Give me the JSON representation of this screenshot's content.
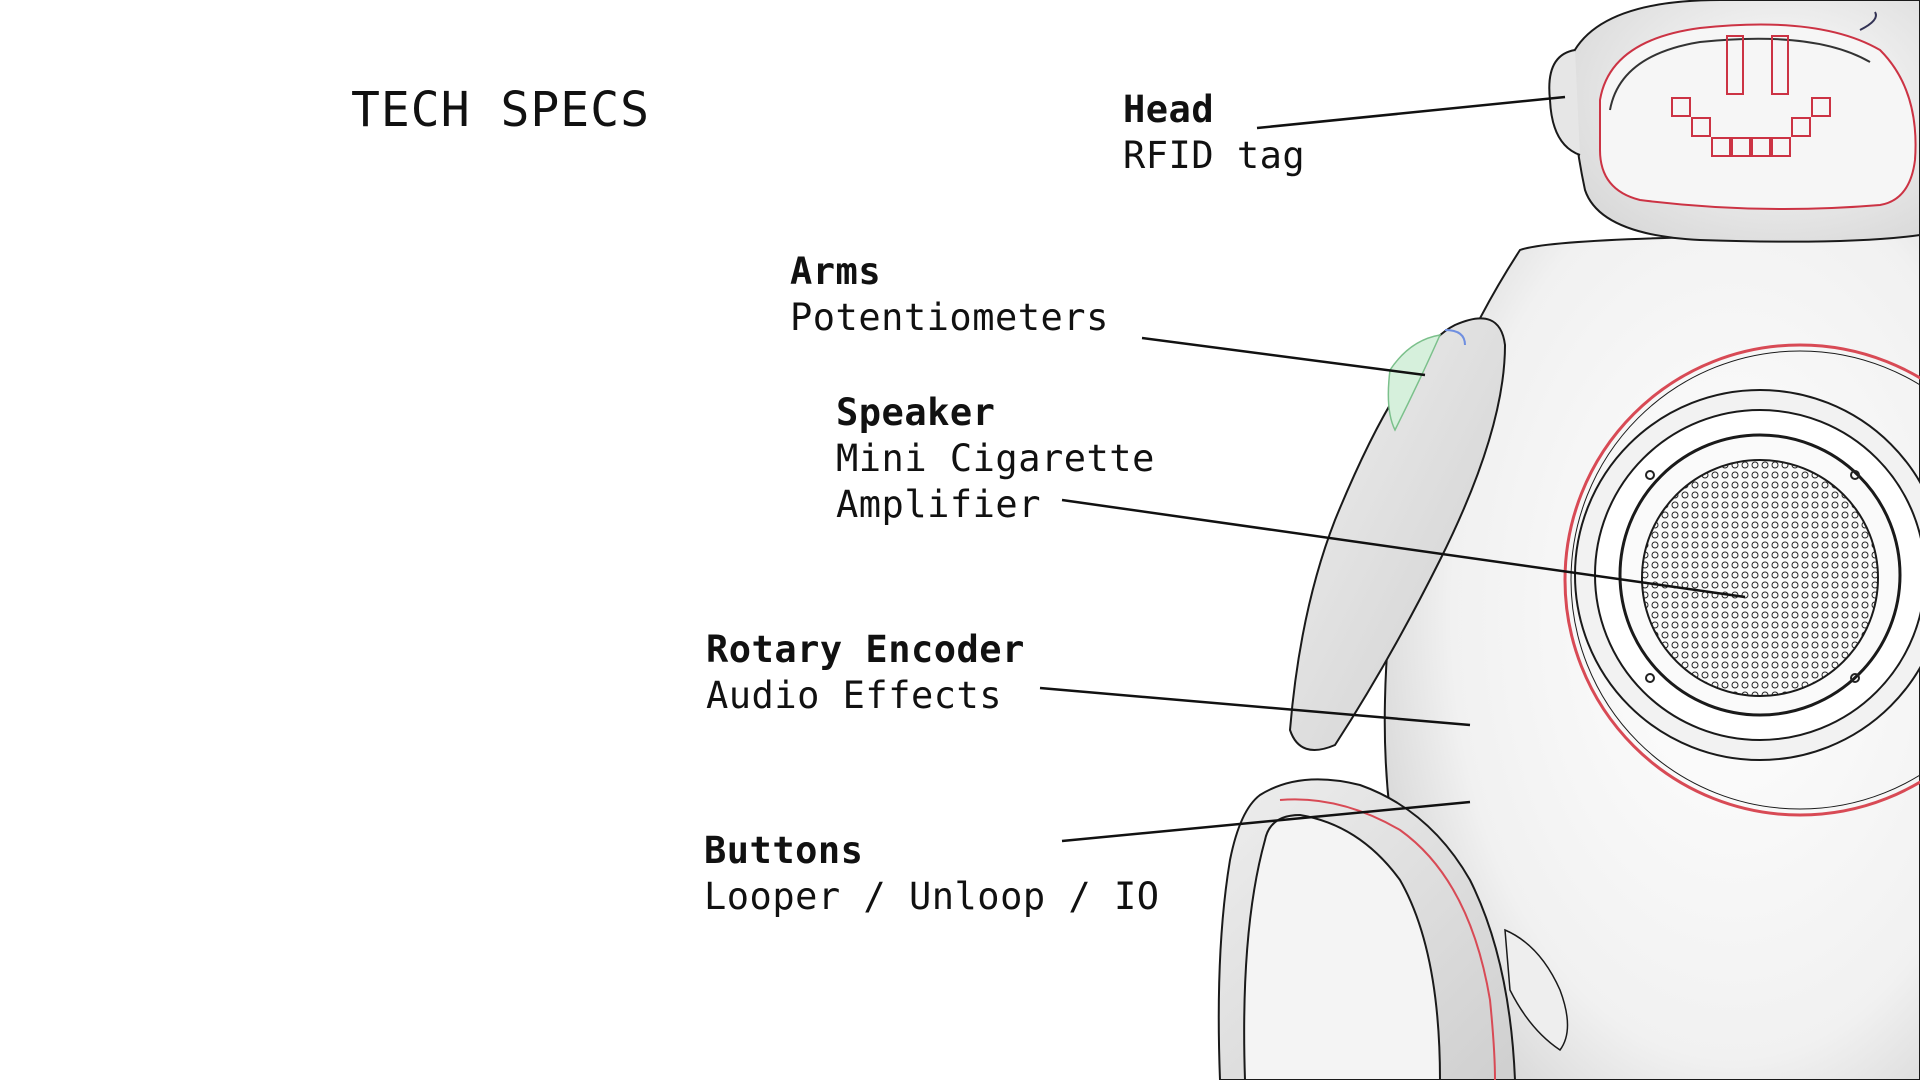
{
  "title": "TECH SPECS",
  "colors": {
    "ink": "#111111",
    "accent_red": "#e0505a",
    "body_shade": "#d9d9d9",
    "highlight_green": "#8fd6a0",
    "highlight_blue": "#6f8fe0"
  },
  "components": [
    {
      "name": "Head",
      "description": [
        "RFID tag"
      ]
    },
    {
      "name": "Arms",
      "description": [
        "Potentiometers"
      ]
    },
    {
      "name": "Speaker",
      "description": [
        "Mini Cigarette",
        "Amplifier"
      ]
    },
    {
      "name": "Rotary Encoder",
      "description": [
        "Audio Effects"
      ]
    },
    {
      "name": "Buttons",
      "description": [
        "Looper / Unloop / IO"
      ]
    }
  ]
}
